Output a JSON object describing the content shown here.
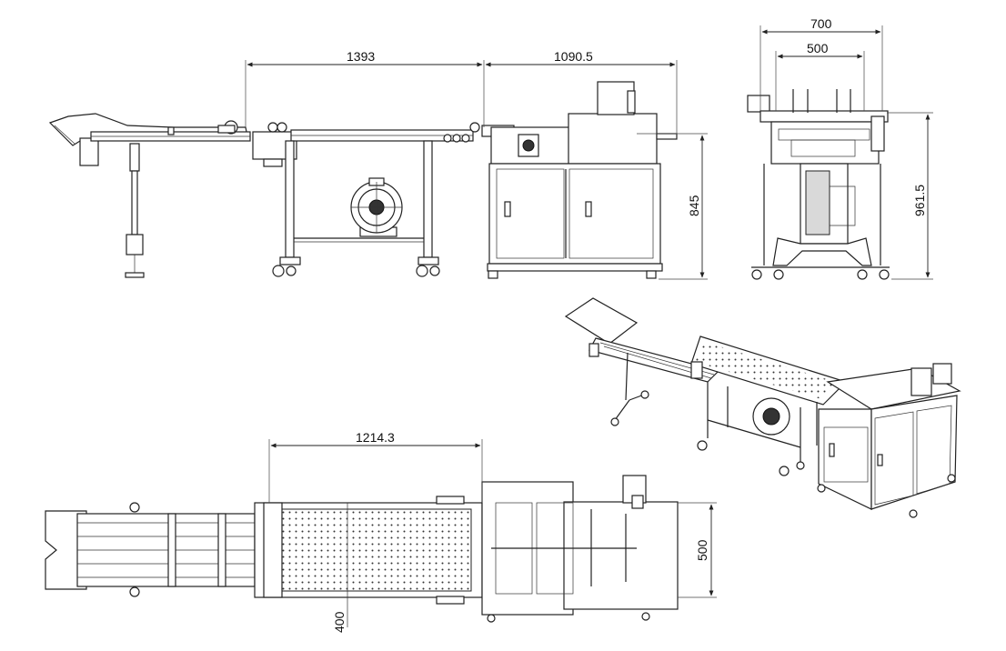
{
  "dimensions": {
    "side_feeder_length": "1393",
    "side_main_length": "1090.5",
    "side_height": "845",
    "front_overall_width": "700",
    "front_inner_width": "500",
    "front_height": "961.5",
    "top_conveyor_length": "1214.3",
    "top_width": "500",
    "top_partial": "400"
  },
  "colors": {
    "line": "#222222",
    "background": "#ffffff"
  }
}
